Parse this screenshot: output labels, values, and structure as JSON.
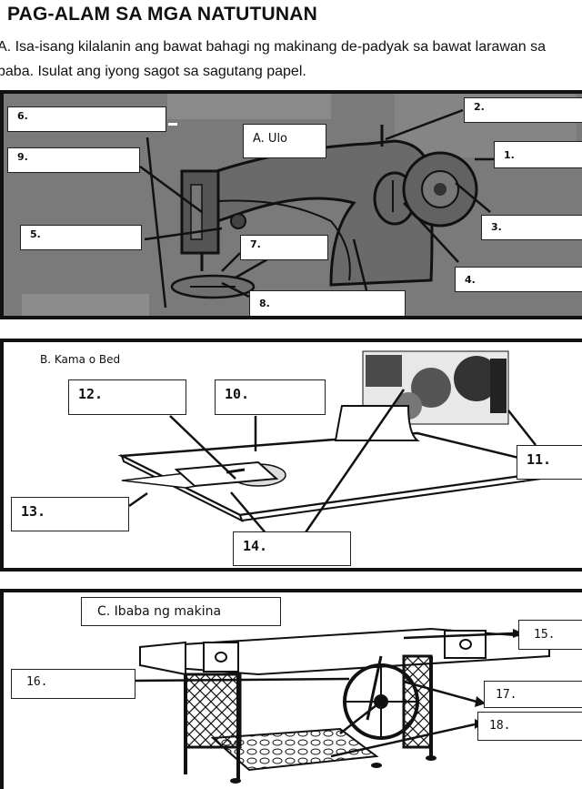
{
  "header": {
    "title": "PAG-ALAM SA MGA NATUTUNAN",
    "instruction_line1": "A. Isa-isang kilalanin ang bawat bahagi ng makinang de-padyak sa bawat larawan sa",
    "instruction_line2": "baba. Isulat ang iyong sagot sa sagutang papel."
  },
  "section_a": {
    "heading": "A. Ulo",
    "labels": [
      "1.",
      "2.",
      "3.",
      "4.",
      "5.",
      "6.",
      "7.",
      "8.",
      "9."
    ]
  },
  "section_b": {
    "heading": "B. Kama o Bed",
    "labels": [
      "10.",
      "11.",
      "12.",
      "13.",
      "14."
    ]
  },
  "section_c": {
    "heading": "C. Ibaba ng makina",
    "labels": [
      "15.",
      "16.",
      "17.",
      "18."
    ]
  }
}
